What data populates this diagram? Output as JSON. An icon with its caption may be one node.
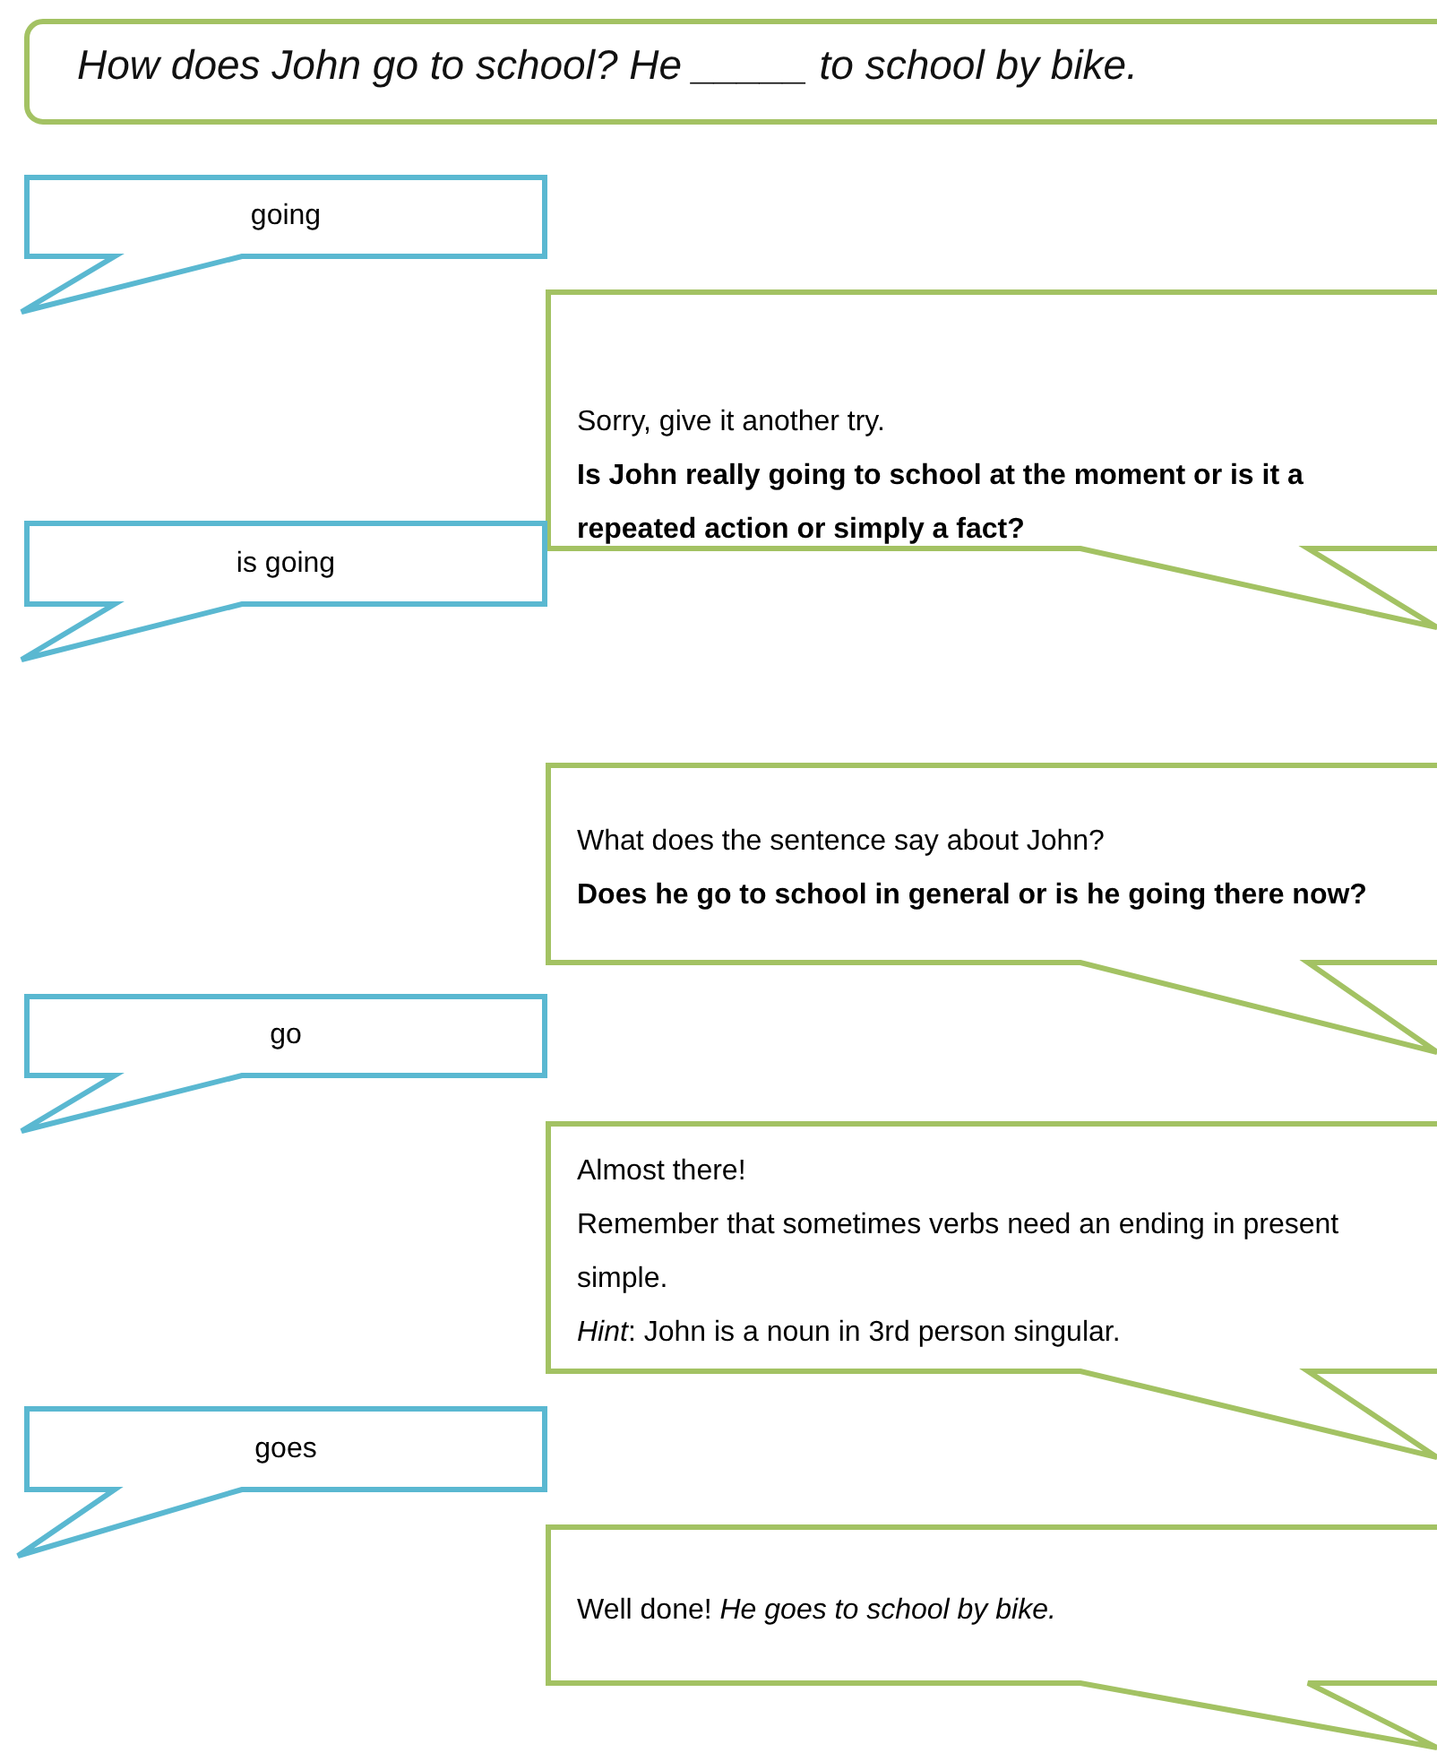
{
  "diagram": {
    "nodes": [
      {
        "text": [
          "How does John go to school? He _____ to school by bike."
        ]
      },
      {
        "text": [
          "going"
        ]
      },
      {
        "text": [
          "Sorry, give it another try.",
          "**Is John really going to school at the moment or is it a repeated action or simply a fact?**"
        ]
      },
      {
        "text": [
          "is going"
        ]
      },
      {
        "text": [
          "What does the sentence say about John?",
          "**Does he go to school in general or is he going there now?**"
        ]
      },
      {
        "text": [
          "go"
        ]
      },
      {
        "text": [
          "Almost there!",
          "Remember that sometimes verbs need an ending in present simple.",
          "*Hint*: John is a noun in 3rd person singular."
        ]
      },
      {
        "text": [
          "goes"
        ]
      },
      {
        "text": [
          "Well done! *He goes to school by bike.*"
        ]
      }
    ]
  }
}
